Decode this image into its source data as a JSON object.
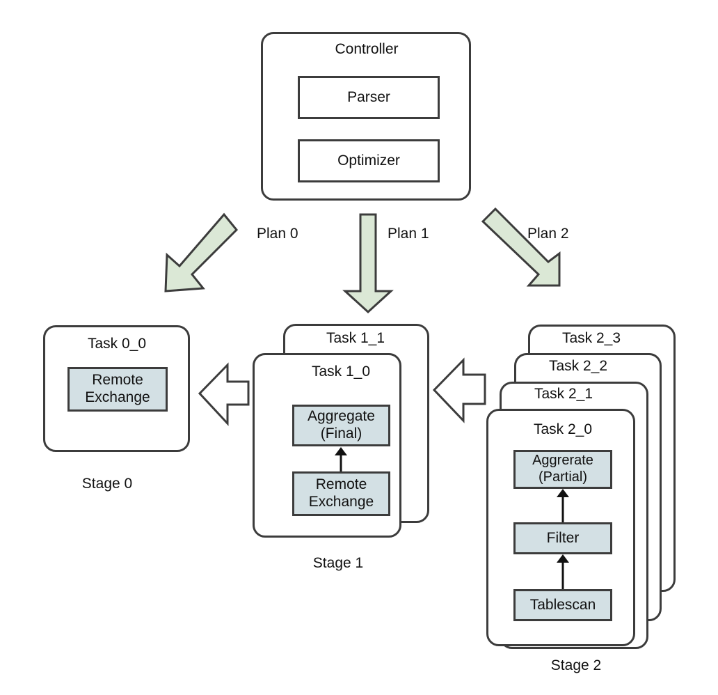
{
  "controller": {
    "title": "Controller",
    "components": [
      "Parser",
      "Optimizer"
    ]
  },
  "plans": [
    "Plan 0",
    "Plan 1",
    "Plan 2"
  ],
  "colors": {
    "plan_arrow_fill": "#dbe8d6",
    "operator_fill": "#d3e0e4",
    "stroke": "#3c3c3c",
    "exchange_arrow_fill": "#ffffff"
  },
  "stages": [
    {
      "label": "Stage 0",
      "tasks": [
        "Task 0_0"
      ],
      "operators": [
        "Remote\nExchange"
      ]
    },
    {
      "label": "Stage 1",
      "tasks": [
        "Task 1_0",
        "Task 1_1"
      ],
      "operators": [
        "Aggregate\n(Final)",
        "Remote\nExchange"
      ]
    },
    {
      "label": "Stage 2",
      "tasks": [
        "Task 2_0",
        "Task 2_1",
        "Task 2_2",
        "Task 2_3"
      ],
      "operators": [
        "Aggrerate\n(Partial)",
        "Filter",
        "Tablescan"
      ]
    }
  ]
}
